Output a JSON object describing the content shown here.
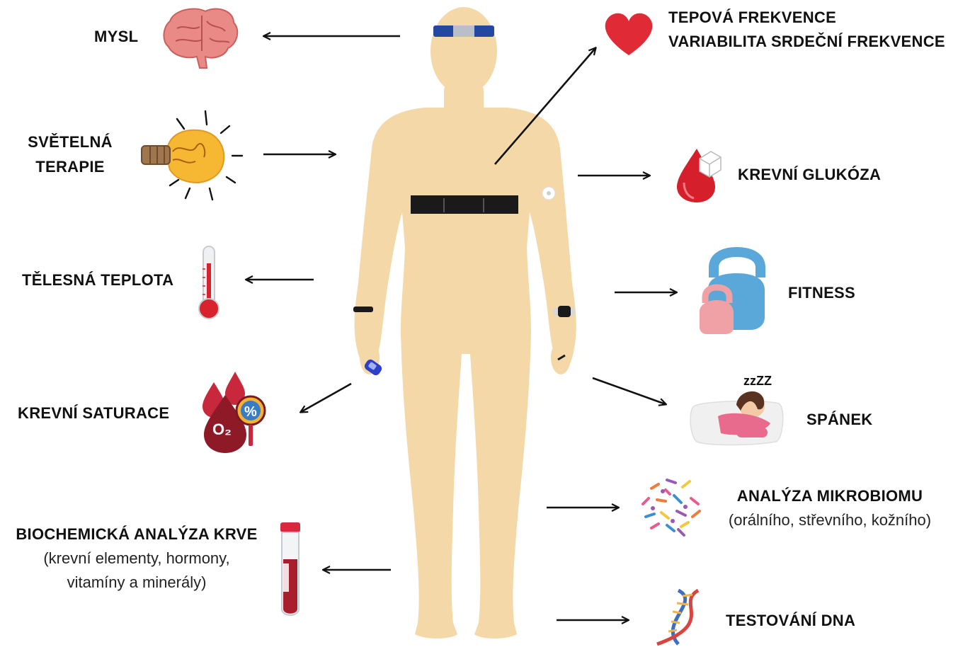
{
  "left_labels": {
    "mysl": "MYSL",
    "svetelna_line1": "SVĚTELNÁ",
    "svetelna_line2": "TERAPIE",
    "telesna_teplota": "TĚLESNÁ TEPLOTA",
    "krevni_saturace": "KREVNÍ SATURACE",
    "biochemicka": "BIOCHEMICKÁ ANALÝZA KRVE",
    "biochemicka_sub1": "(krevní elementy, hormony,",
    "biochemicka_sub2": "vitamíny a minerály)"
  },
  "right_labels": {
    "tepova_line1": "TEPOVÁ FREKVENCE",
    "tepova_line2": "VARIABILITA SRDEČNÍ FREKVENCE",
    "krevni_glukoza": "KREVNÍ GLUKÓZA",
    "fitness": "FITNESS",
    "spanek": "SPÁNEK",
    "mikrobiom": "ANALÝZA MIKROBIOMU",
    "mikrobiom_sub": "(orálního, střevního, kožního)",
    "dna": "TESTOVÁNÍ DNA"
  },
  "icons": {
    "o2_text": "O₂",
    "percent_text": "%",
    "zzz_text": "zzZZ"
  },
  "colors": {
    "body_skin": "#f5d8a8",
    "heart_red": "#e02a35",
    "blood_red": "#d51f2b",
    "kettle_blue": "#5aa7d9",
    "kettle_pink": "#f0a1a6",
    "band_blue": "#2447a0",
    "belt_black": "#1a1a1a"
  }
}
